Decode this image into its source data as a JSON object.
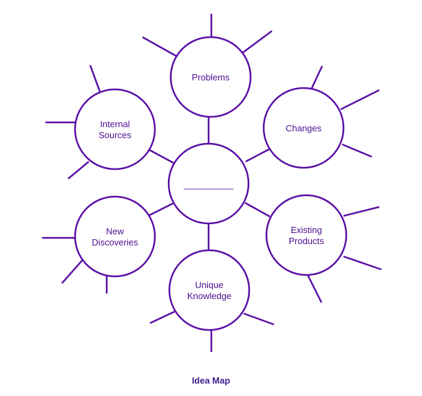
{
  "colors": {
    "stroke": "#5A0FA6",
    "text": "#4B0E91",
    "caption": "#3E1C8C",
    "background": "#FFFFFF"
  },
  "center": {
    "label": "__________"
  },
  "nodes": {
    "problems": {
      "lines": [
        "Problems"
      ]
    },
    "changes": {
      "lines": [
        "Changes"
      ]
    },
    "internal_sources": {
      "lines": [
        "Internal",
        "Sources"
      ]
    },
    "new_discoveries": {
      "lines": [
        "New",
        "Discoveries"
      ]
    },
    "existing_products": {
      "lines": [
        "Existing",
        "Products"
      ]
    },
    "unique_knowledge": {
      "lines": [
        "Unique",
        "Knowledge"
      ]
    }
  },
  "caption": "Idea Map"
}
